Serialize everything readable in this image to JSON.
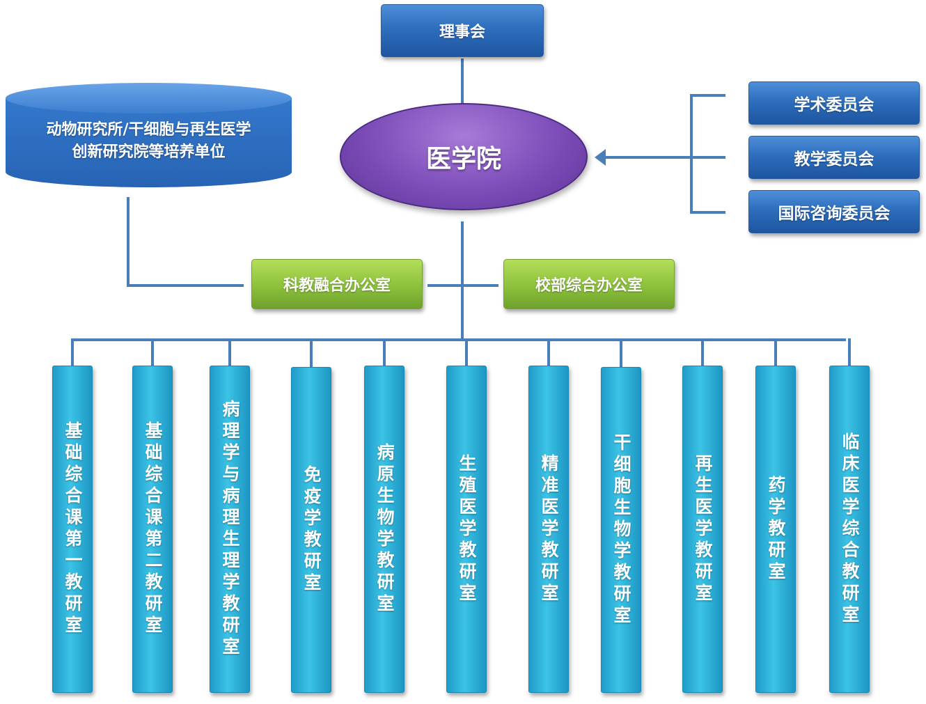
{
  "board": "理事会",
  "school": "医学院",
  "partner_units": [
    "动物研究所/干细胞与再生医学",
    "创新研究院等培养单位"
  ],
  "committees": [
    "学术委员会",
    "教学委员会",
    "国际咨询委员会"
  ],
  "offices": [
    "科教融合办公室",
    "校部综合办公室"
  ],
  "departments": [
    "基础综合课第一教研室",
    "基础综合课第二教研室",
    "病理学与病理生理学教研室",
    "免疫学教研室",
    "病原生物学教研室",
    "生殖医学教研室",
    "精准医学教研室",
    "干细胞生物学教研室",
    "再生医学教研室",
    "药学教研室",
    "临床医学综合教研室"
  ],
  "colors": {
    "connector": "#4a7ebb",
    "blue_box": "#2d6ebd",
    "school": "#7c4cb8",
    "office": "#8bc13c",
    "department": "#2fb4dc"
  }
}
